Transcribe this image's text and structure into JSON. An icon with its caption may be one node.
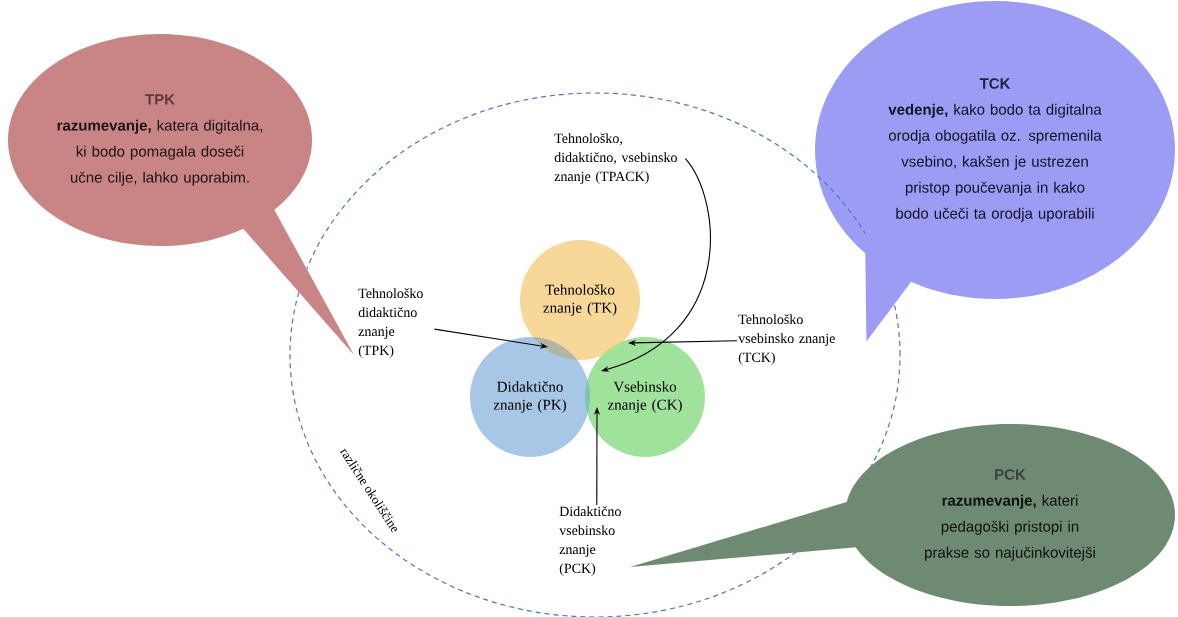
{
  "diagram": {
    "nodes": [
      {
        "text": [
          "TPK",
          "**razumevanje,** katera digitalna, ki bodo pomagala doseči učne cilje, lahko uporabim."
        ]
      },
      {
        "text": [
          "TCK",
          "**vedenje,** kako bodo ta digitalna orodja obogatila oz. spremenila vsebino, kakšen je ustrezen pristop poučevanja in kako bodo učeči ta orodja uporabili"
        ]
      },
      {
        "text": [
          "različne okoliščine"
        ]
      },
      {
        "text": [
          "Tehnološko, didaktično, vsebinsko znanje (TPACK)"
        ],
        "in": 2
      },
      {
        "text": [
          "Tehnološko znanje (TK)"
        ],
        "in": 2
      },
      {
        "text": [
          "Tehnološko didaktično znanje (TPK)"
        ],
        "in": 2
      },
      {
        "text": [
          "Tehnološko vsebinsko znanje (TCK)"
        ],
        "in": 2
      },
      {
        "text": [
          "Didaktično znanje (PK)"
        ],
        "in": 2
      },
      {
        "text": [
          "Vsebinsko znanje (CK)"
        ],
        "in": 2
      },
      {
        "text": [
          "Didaktično vsebinsko znanje (PCK)"
        ],
        "in": 2
      },
      {
        "text": [
          "PCK",
          "**razumevanje,** kateri pedagoški pristopi in prakse so najučinkovitejši"
        ]
      }
    ],
    "edges": [
      {
        "from": 5,
        "to": null,
        "arrow": "to"
      },
      {
        "from": 6,
        "to": null,
        "arrow": "to"
      },
      {
        "from": 3,
        "to": 8,
        "arrow": "to"
      },
      {
        "from": 9,
        "to": 8,
        "arrow": "to"
      },
      {
        "from": 0,
        "to": 5,
        "arrow": "none",
        "color": "#c98585"
      },
      {
        "from": 1,
        "to": 6,
        "arrow": "none",
        "color": "#9c9cf4"
      },
      {
        "from": 10,
        "to": 9,
        "arrow": "none",
        "color": "#6f8a72"
      }
    ]
  }
}
